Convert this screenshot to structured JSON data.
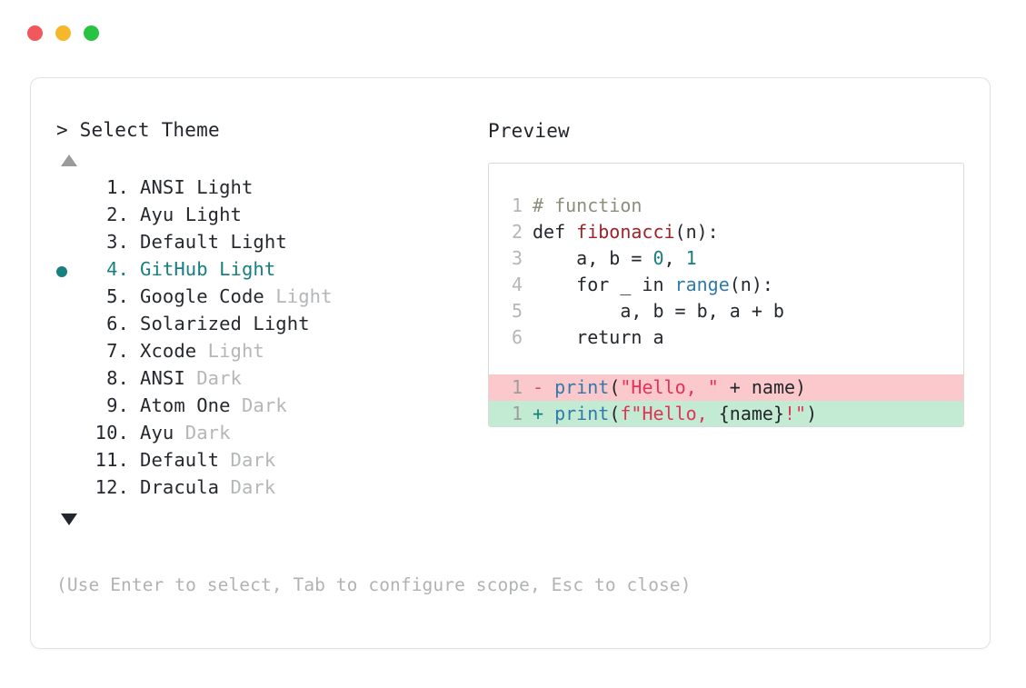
{
  "window": {
    "traffic_lights": [
      {
        "name": "close",
        "color": "#f1585c"
      },
      {
        "name": "minimize",
        "color": "#f5b82c"
      },
      {
        "name": "zoom",
        "color": "#28c340"
      }
    ]
  },
  "left": {
    "prompt": "> Select Theme",
    "scroll_up_icon": "triangle-up-icon",
    "scroll_down_icon": "triangle-down-icon",
    "selected_index": 4,
    "items": [
      {
        "index": " 1.",
        "name": "ANSI",
        "variant": " Light",
        "dim_variant": false,
        "selected": false
      },
      {
        "index": " 2.",
        "name": "Ayu",
        "variant": " Light",
        "dim_variant": false,
        "selected": false
      },
      {
        "index": " 3.",
        "name": "Default",
        "variant": " Light",
        "dim_variant": false,
        "selected": false
      },
      {
        "index": " 4.",
        "name": "GitHub",
        "variant": " Light",
        "dim_variant": false,
        "selected": true
      },
      {
        "index": " 5.",
        "name": "Google Code",
        "variant": " Light",
        "dim_variant": true,
        "selected": false
      },
      {
        "index": " 6.",
        "name": "Solarized",
        "variant": " Light",
        "dim_variant": false,
        "selected": false
      },
      {
        "index": " 7.",
        "name": "Xcode",
        "variant": " Light",
        "dim_variant": true,
        "selected": false
      },
      {
        "index": " 8.",
        "name": "ANSI",
        "variant": " Dark",
        "dim_variant": true,
        "selected": false
      },
      {
        "index": " 9.",
        "name": "Atom One",
        "variant": " Dark",
        "dim_variant": true,
        "selected": false
      },
      {
        "index": "10.",
        "name": "Ayu",
        "variant": " Dark",
        "dim_variant": true,
        "selected": false
      },
      {
        "index": "11.",
        "name": "Default",
        "variant": " Dark",
        "dim_variant": true,
        "selected": false
      },
      {
        "index": "12.",
        "name": "Dracula",
        "variant": " Dark",
        "dim_variant": true,
        "selected": false
      }
    ],
    "hint": "(Use Enter to select, Tab to configure scope, Esc to close)"
  },
  "right": {
    "label": "Preview",
    "code": {
      "lines": [
        {
          "num": "1",
          "tokens": [
            {
              "t": "# function",
              "c": "tok-comment"
            }
          ]
        },
        {
          "num": "2",
          "tokens": [
            {
              "t": "def ",
              "c": "tok-kw"
            },
            {
              "t": "fibonacci",
              "c": "tok-fn"
            },
            {
              "t": "(n):",
              "c": "tok-plain"
            }
          ]
        },
        {
          "num": "3",
          "tokens": [
            {
              "t": "    a, b = ",
              "c": "tok-plain"
            },
            {
              "t": "0",
              "c": "tok-num"
            },
            {
              "t": ", ",
              "c": "tok-plain"
            },
            {
              "t": "1",
              "c": "tok-num"
            }
          ]
        },
        {
          "num": "4",
          "tokens": [
            {
              "t": "    for _ in ",
              "c": "tok-plain"
            },
            {
              "t": "range",
              "c": "tok-builtin"
            },
            {
              "t": "(n):",
              "c": "tok-plain"
            }
          ]
        },
        {
          "num": "5",
          "tokens": [
            {
              "t": "        a, b = b, a + b",
              "c": "tok-plain"
            }
          ]
        },
        {
          "num": "6",
          "tokens": [
            {
              "t": "    return a",
              "c": "tok-plain"
            }
          ]
        }
      ],
      "diff": [
        {
          "num": "1",
          "kind": "del",
          "sign": "-",
          "tokens": [
            {
              "t": " ",
              "c": "tok-plain"
            },
            {
              "t": "print",
              "c": "tok-builtin"
            },
            {
              "t": "(",
              "c": "tok-plain"
            },
            {
              "t": "\"Hello, \"",
              "c": "tok-str"
            },
            {
              "t": " + name)",
              "c": "tok-plain"
            }
          ]
        },
        {
          "num": "1",
          "kind": "add",
          "sign": "+",
          "tokens": [
            {
              "t": " ",
              "c": "tok-plain"
            },
            {
              "t": "print",
              "c": "tok-builtin"
            },
            {
              "t": "(",
              "c": "tok-plain"
            },
            {
              "t": "f\"Hello, ",
              "c": "tok-str"
            },
            {
              "t": "{name}",
              "c": "tok-plain"
            },
            {
              "t": "!\"",
              "c": "tok-str"
            },
            {
              "t": ")",
              "c": "tok-plain"
            }
          ]
        }
      ]
    }
  }
}
